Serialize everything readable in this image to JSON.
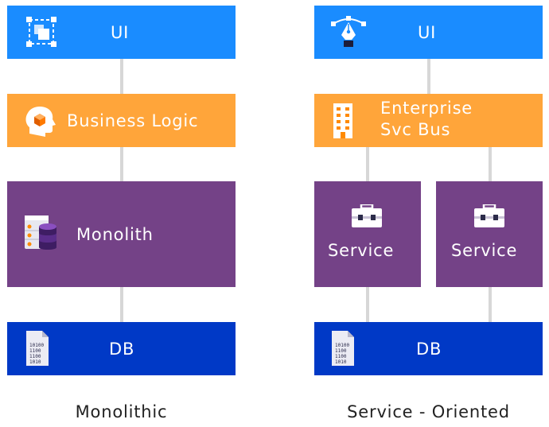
{
  "colors": {
    "ui": "#1a8cff",
    "logic": "#ffa53a",
    "core": "#744287",
    "db": "#0039c6",
    "connector": "#d7d7d7"
  },
  "monolithic": {
    "ui_label": "UI",
    "logic_label": "Business Logic",
    "core_label": "Monolith",
    "db_label": "DB",
    "caption": "Monolithic"
  },
  "service_oriented": {
    "ui_label": "UI",
    "bus_label_line1": "Enterprise",
    "bus_label_line2": "Svc Bus",
    "service_labels": [
      "Service",
      "Service"
    ],
    "db_label": "DB",
    "caption": "Service - Oriented"
  },
  "icons": {
    "mono_ui": "layers-select-icon",
    "soa_ui": "pen-tool-icon",
    "logic": "head-cube-icon",
    "bus": "building-icon",
    "core": "server-database-icon",
    "service": "toolbox-icon",
    "db": "binary-file-icon"
  }
}
